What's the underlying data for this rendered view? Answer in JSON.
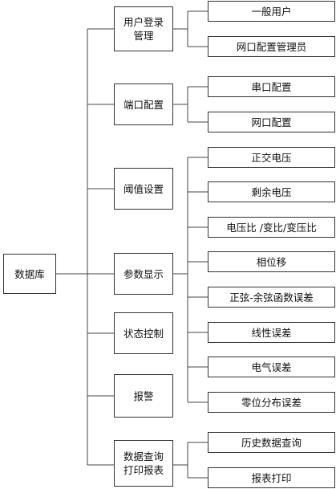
{
  "root": {
    "label": "数据库"
  },
  "modules": [
    {
      "label": "用户登录\n管理",
      "children": [
        "一般用户",
        "网口配置管理员"
      ]
    },
    {
      "label": "端口配置",
      "children": [
        "串口配置",
        "网口配置"
      ]
    },
    {
      "label": "阈值设置",
      "children": []
    },
    {
      "label": "参数显示",
      "children": [
        "正交电压",
        "剩余电压",
        "电压比 /变比/变压比",
        "相位移",
        "正弦-余弦函数误差",
        "线性误差",
        "电气误差",
        "零位分布误差"
      ]
    },
    {
      "label": "状态控制",
      "children": []
    },
    {
      "label": "报警",
      "children": []
    },
    {
      "label": "数据查询\n打印报表",
      "children": [
        "历史数据查询",
        "报表打印"
      ]
    }
  ]
}
